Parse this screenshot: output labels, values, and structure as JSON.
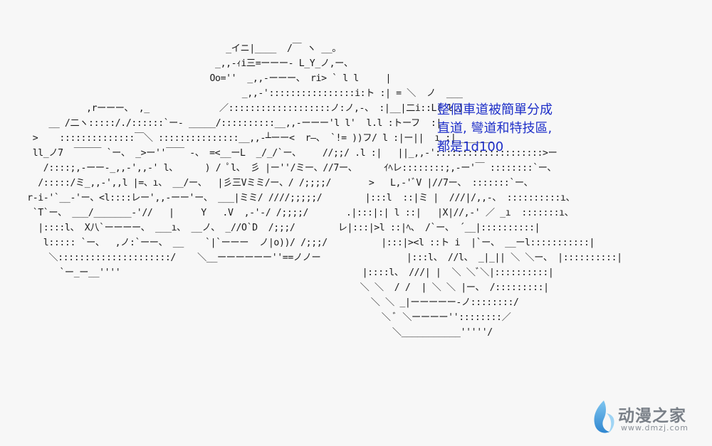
{
  "caption": {
    "line1": "整個車道被簡單分成",
    "line2": "直道, 彎道和特技區,",
    "line3": "都是1d100",
    "color": "#1e2fc8"
  },
  "watermark": {
    "name": "动漫之家",
    "url": "www.dmzj.com",
    "logo_icon": "flame-logo-icon"
  },
  "art": {
    "lines": [
      "                                         _イニ|____  /￣ ヽ __。",
      "                                       _,,-ｨi三=ーーー- L_Y_ノ,ー、",
      "                                      Oo=''  _,,-ーーー、 ri> ` l l     |",
      "                                            _,,-'::::::::::::::::i:ト :| = ＼  ノ  ___",
      "               ,rーーー、 ,_             ／:::::::::::::::::::ノ:ノ,-、 :|__|二i::L( l.)",
      "        __ /二ヽ:::::/./::::::`ー- _____/::::::::::__,,-ーーー'l l'  l.l :トーフ  :|",
      "     >    ::::::::::::::￣＼ :::::::::::::::__,,-┴ーー<  r―、 `!= ))フ/ l :|ー||  ı :|_______",
      "     ll_ノ7  ￣￣￣ `ー、 _>ー''￣￣ -、 =<__ーL  _/_/`ー、    //;;/ .l :|   ||_,,-'::::::::::::::::::::>ー",
      "       /::::;,-ーー-_,,-',,-' l、     ) / ﾟl、 彡 |ー''/ミー、//7ー、     ｲﾍレ::::::::;,-ー'￣ ::::::::`ー、",
      "      /:::::/ミ_,,-',,l |=、ı、 __/ー、  |彡三Vミミ/ー、/ /;;;;/       >   L,-'ﾞV |//7ー、 :::::::`ー、",
      "    r-i-'`__-'ー、<l::::レー',,-ーー'ー、 ___|ミミ/ ////;;;;;/        |:::l  ::|ミ |  ///|/,,-、 ::::::::::ı、",
      "     `T`ー、 ___/_______-'//   |     Y   .V  ,-'-/ /;;;;/       .|:::|:| l ::|   |X|//,-' ／ _ı  :::::::ı、",
      "      |::::l、 X八`ーーーー、 ___ı、 __ノ、 _//O`D  /;;;/        レ|:::|>l ::|ﾍ、 /`ー、 ´__|::::::::::|",
      "       l::::: `ー、  ,ノ:`ーー、 __    `|`ーーー  ノ|o))/ /;;;/          |:::|><l ::ト i  |`ー、 __ーl:::::::::::|",
      "        ＼:::::::::::::::::::::/    ＼__ーーーーーー''==ノノー                |:::l、 //l、 _|_|| ＼ ＼ー、 |::::::::::|",
      "          `ー_ー__''''                                             |::::l、 ///| |  ＼ ＼ﾞ＼|::::::::::|",
      "                                                                  ＼ ＼  / /  | ＼ ＼ |ー、 /:::::::::|",
      "                                                                    ＼ ＼ _|ーーーーー-ノ::::::::/",
      "                                                                      ＼ ﾞ ＼ーーーー''::::::::／",
      "                                                                        ＼___________'''''/"
    ]
  }
}
